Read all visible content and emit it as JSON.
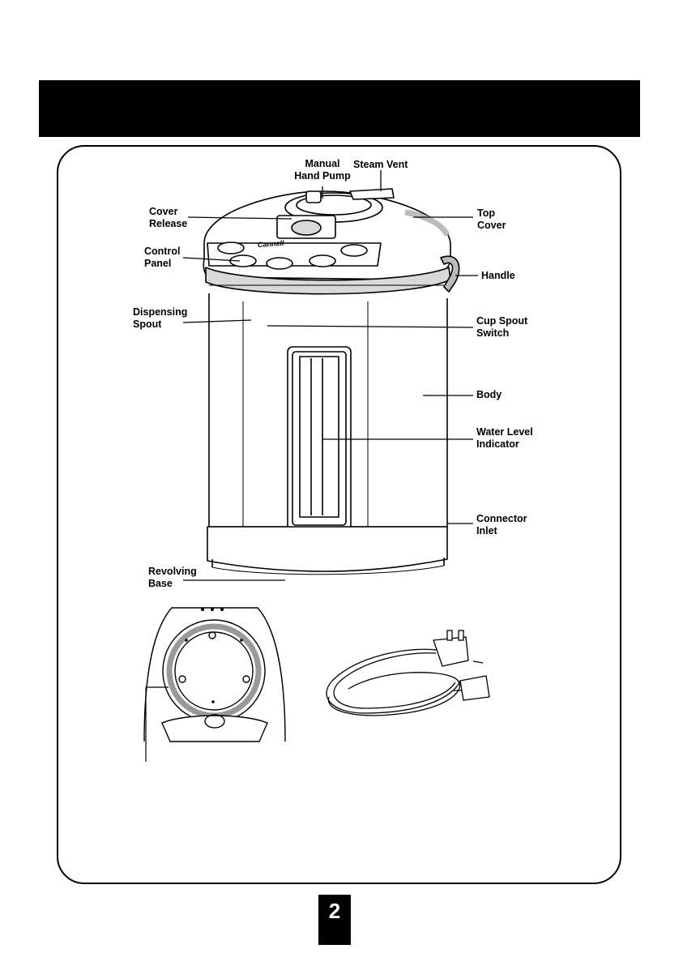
{
  "header": {
    "title": ""
  },
  "labels": {
    "manual_hand_pump": [
      "Manual",
      "Hand Pump"
    ],
    "steam_vent": [
      "Steam Vent"
    ],
    "cover_release": [
      "Cover",
      "Release"
    ],
    "top_cover": [
      "Top",
      "Cover"
    ],
    "control_panel": [
      "Control",
      "Panel"
    ],
    "handle": [
      "Handle"
    ],
    "dispensing_spout": [
      "Dispensing",
      "Spout"
    ],
    "cup_spout_switch": [
      "Cup Spout",
      "Switch"
    ],
    "body": [
      "Body"
    ],
    "water_level_indicator": [
      "Water Level",
      "Indicator"
    ],
    "connector_inlet": [
      "Connector",
      "Inlet"
    ],
    "revolving_base": [
      "Revolving",
      "Base"
    ]
  },
  "product": {
    "brand": "Cannell"
  },
  "page": {
    "number": "2"
  }
}
